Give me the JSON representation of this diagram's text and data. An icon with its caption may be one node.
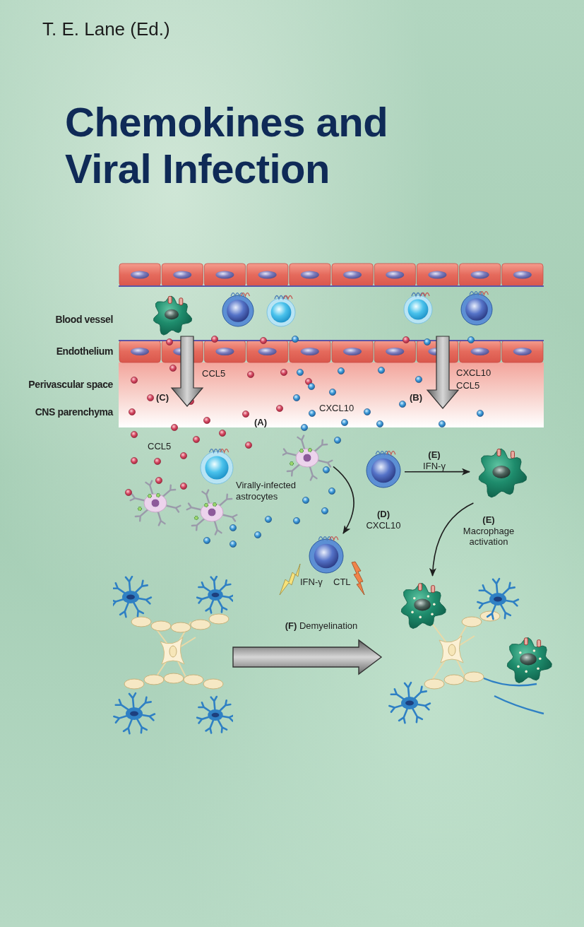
{
  "diagram": {
    "title": "Chemokines and Viral Infection",
    "nodes": [
      {
        "text": [],
        "shape": "picture"
      },
      {
        "text": [],
        "shape": "picture"
      },
      {
        "text": [],
        "shape": "picture"
      },
      {
        "text": [],
        "shape": "picture"
      },
      {
        "text": [],
        "shape": "picture"
      },
      {
        "text": [],
        "shape": "picture"
      }
    ],
    "edges": [
      {
        "from": 0,
        "to": 3,
        "arrow": "to",
        "label": "**(D)** CXCL10"
      },
      {
        "from": 1,
        "to": 2,
        "arrow": "to",
        "label": "**(E)** IFN-γ"
      },
      {
        "from": 2,
        "to": 5,
        "arrow": "to",
        "label": "**(E)** Macrophage activation"
      },
      {
        "from": 4,
        "to": 5,
        "arrow": "to",
        "label": "**(F)** Demyelination",
        "style": "thick"
      }
    ],
    "labels": [
      "T. E. Lane (Ed.)",
      "Blood vessel",
      "Endothelium",
      "Perivascular space",
      "CNS parenchyma",
      "CCL5",
      "(C)",
      "CXCL10",
      "(A)",
      "CXCL10",
      "CCL5",
      "(B)",
      "CCL5",
      "Virally-infected astrocytes",
      "IFN-γ",
      "CTL"
    ]
  }
}
